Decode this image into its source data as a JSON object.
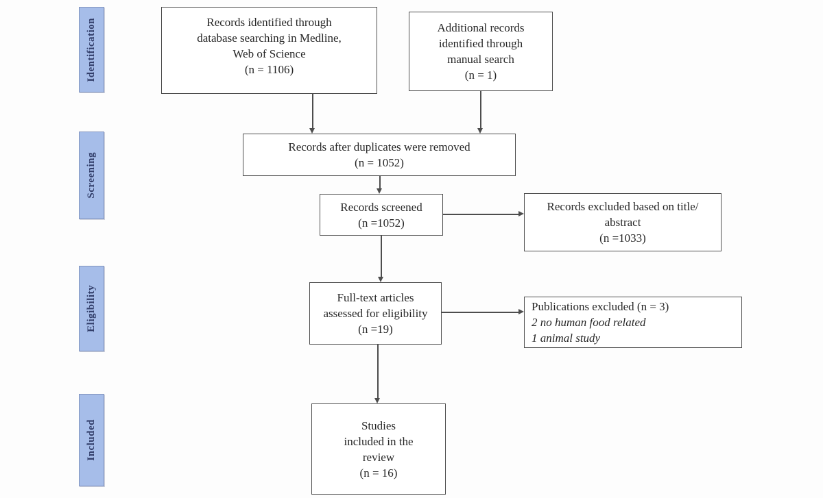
{
  "sidebar": {
    "stages": [
      {
        "label": "Identification"
      },
      {
        "label": "Screening"
      },
      {
        "label": "Eligibility"
      },
      {
        "label": "Included"
      }
    ]
  },
  "boxes": {
    "records_identified": {
      "text": "Records identified through\ndatabase searching in Medline,\nWeb of Science\n(n = 1106)"
    },
    "additional_records": {
      "text": "Additional records\nidentified through\nmanual search\n(n = 1)"
    },
    "after_duplicates": {
      "text": "Records after duplicates were removed\n(n = 1052)"
    },
    "records_screened": {
      "text": "Records screened\n(n =1052)"
    },
    "records_excluded": {
      "text": "Records excluded based on title/\nabstract\n(n =1033)"
    },
    "fulltext_assessed": {
      "text": "Full-text articles\nassessed for eligibility\n(n =19)"
    },
    "publications_excluded": {
      "title": "Publications excluded (n = 3)",
      "reasons": "2 no human food related\n1 animal study"
    },
    "studies_included": {
      "text": "Studies\nincluded in the\nreview\n(n = 16)"
    }
  },
  "colors": {
    "stage_fill": "#a6bde9",
    "stage_border": "#8193bd",
    "stage_text": "#333f6b",
    "box_border": "#4d4d4d",
    "arrow": "#4d4d4d",
    "background": "#fdfdfd"
  }
}
